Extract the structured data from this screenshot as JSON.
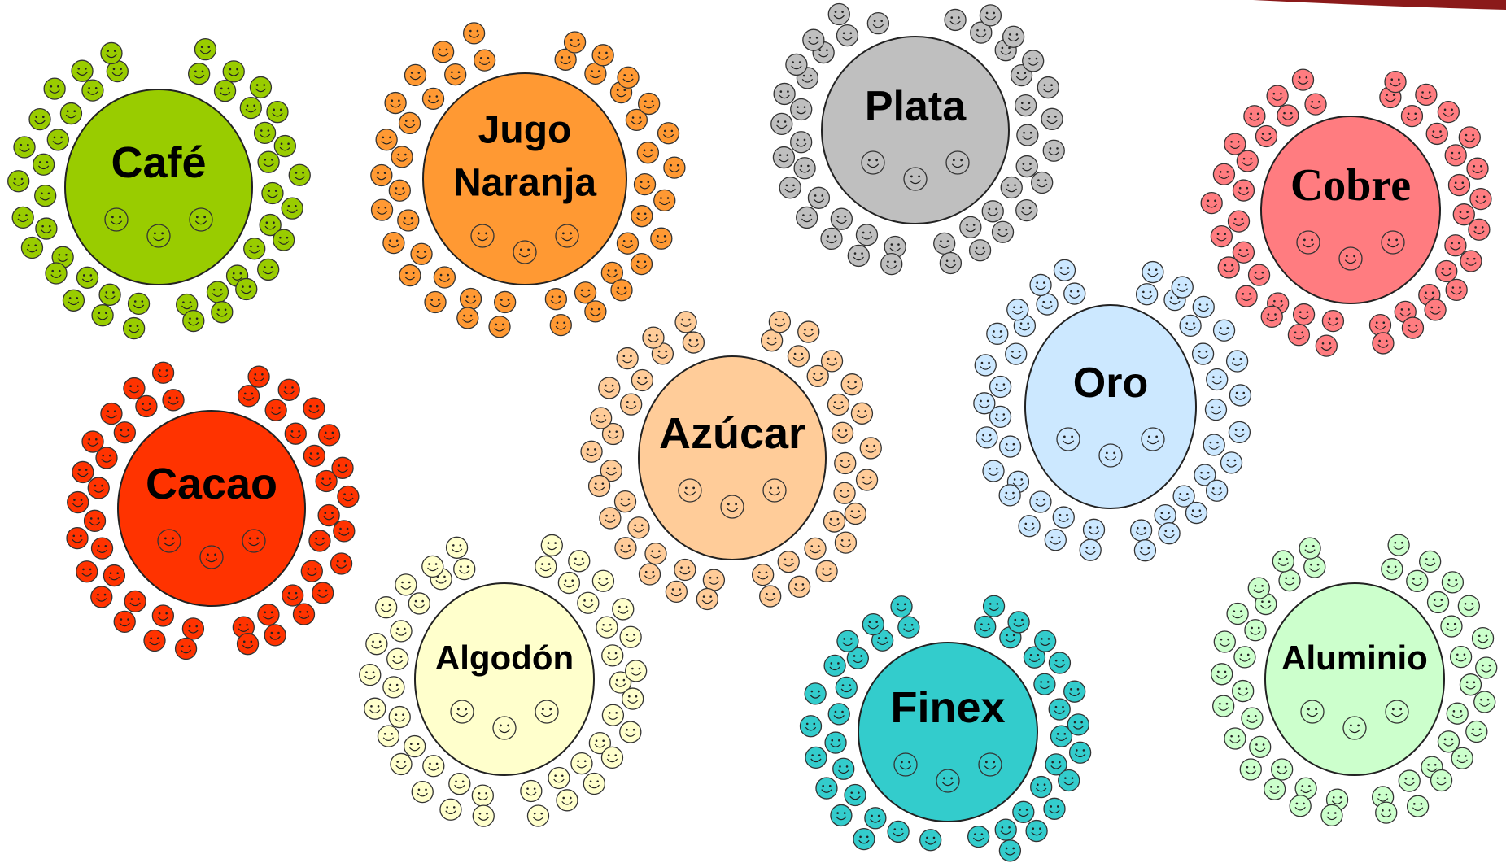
{
  "corner_accent": {
    "color": "#8b1a1a"
  },
  "clusters": [
    {
      "id": "cafe",
      "lines": [
        "Café"
      ],
      "color": "#99cc00"
    },
    {
      "id": "jugo",
      "lines": [
        "Jugo",
        "Naranja"
      ],
      "color": "#ff9933"
    },
    {
      "id": "plata",
      "lines": [
        "Plata"
      ],
      "color": "#bfbfbf"
    },
    {
      "id": "cobre",
      "lines": [
        "Cobre"
      ],
      "color": "#ff7c80",
      "serif": true
    },
    {
      "id": "cacao",
      "lines": [
        "Cacao"
      ],
      "color": "#ff3300"
    },
    {
      "id": "azucar",
      "lines": [
        "Azúcar"
      ],
      "color": "#ffcc99"
    },
    {
      "id": "oro",
      "lines": [
        "Oro"
      ],
      "color": "#cce8ff"
    },
    {
      "id": "algodon",
      "lines": [
        "Algodón"
      ],
      "color": "#ffffcc"
    },
    {
      "id": "finex",
      "lines": [
        "Finex"
      ],
      "color": "#33cccc"
    },
    {
      "id": "aluminio",
      "lines": [
        "Aluminio"
      ],
      "color": "#ccffcc"
    }
  ]
}
